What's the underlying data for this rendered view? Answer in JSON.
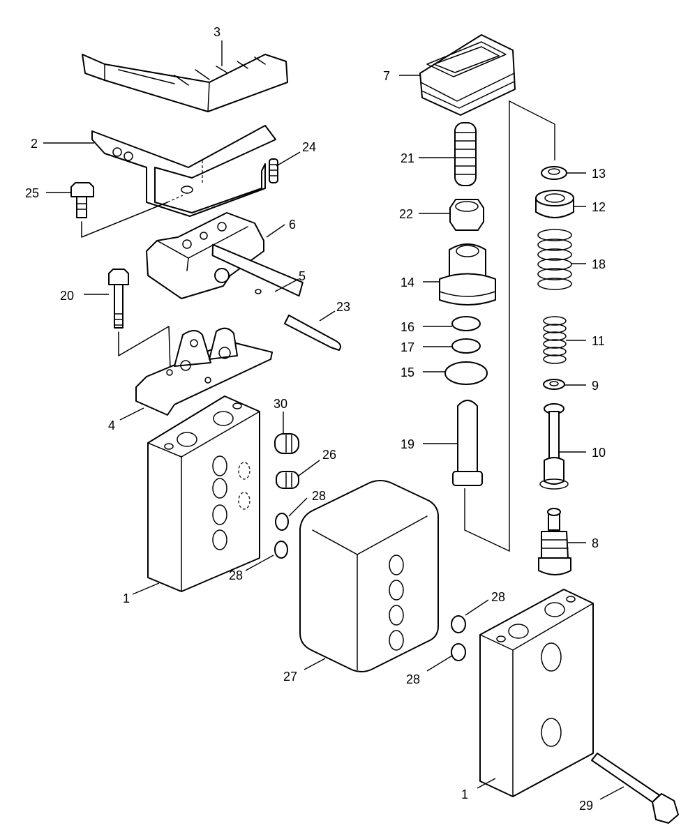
{
  "diagram": {
    "type": "exploded-parts-view",
    "callouts": [
      {
        "id": "c1a",
        "text": "1"
      },
      {
        "id": "c1b",
        "text": "1"
      },
      {
        "id": "c2",
        "text": "2"
      },
      {
        "id": "c3",
        "text": "3"
      },
      {
        "id": "c4",
        "text": "4"
      },
      {
        "id": "c5",
        "text": "5"
      },
      {
        "id": "c6",
        "text": "6"
      },
      {
        "id": "c7",
        "text": "7"
      },
      {
        "id": "c8",
        "text": "8"
      },
      {
        "id": "c9",
        "text": "9"
      },
      {
        "id": "c10",
        "text": "10"
      },
      {
        "id": "c11",
        "text": "11"
      },
      {
        "id": "c12",
        "text": "12"
      },
      {
        "id": "c13",
        "text": "13"
      },
      {
        "id": "c14",
        "text": "14"
      },
      {
        "id": "c15",
        "text": "15"
      },
      {
        "id": "c16",
        "text": "16"
      },
      {
        "id": "c17",
        "text": "17"
      },
      {
        "id": "c18",
        "text": "18"
      },
      {
        "id": "c19",
        "text": "19"
      },
      {
        "id": "c20",
        "text": "20"
      },
      {
        "id": "c21",
        "text": "21"
      },
      {
        "id": "c22",
        "text": "22"
      },
      {
        "id": "c23",
        "text": "23"
      },
      {
        "id": "c24",
        "text": "24"
      },
      {
        "id": "c25",
        "text": "25"
      },
      {
        "id": "c26",
        "text": "26"
      },
      {
        "id": "c27",
        "text": "27"
      },
      {
        "id": "c28a",
        "text": "28"
      },
      {
        "id": "c28b",
        "text": "28"
      },
      {
        "id": "c28c",
        "text": "28"
      },
      {
        "id": "c28d",
        "text": "28"
      },
      {
        "id": "c29",
        "text": "29"
      },
      {
        "id": "c30",
        "text": "30"
      }
    ]
  }
}
